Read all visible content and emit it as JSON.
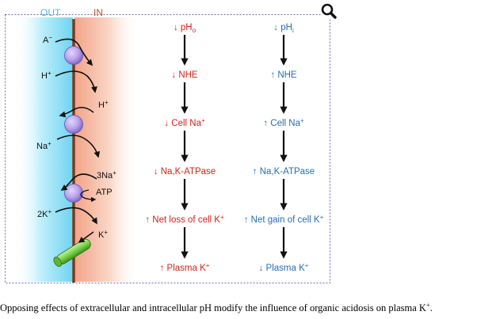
{
  "diagram": {
    "membrane": {
      "out_label": "OUT",
      "in_label": "IN",
      "transport": [
        {
          "base": "A",
          "sup": "−"
        },
        {
          "base": "H",
          "sup": "+"
        },
        {
          "base": "H",
          "sup": "+"
        },
        {
          "base": "Na",
          "sup": "+"
        },
        {
          "base": "3Na",
          "sup": "+"
        },
        {
          "base": "ATP",
          "sup": ""
        },
        {
          "base": "2K",
          "sup": "+"
        },
        {
          "base": "K",
          "sup": "+"
        }
      ]
    },
    "columns": [
      {
        "color": "#d0241d",
        "steps": [
          {
            "arrow": "↓",
            "text": "pH",
            "sub": "o",
            "sup": ""
          },
          {
            "arrow": "↓",
            "text": "NHE",
            "sub": "",
            "sup": ""
          },
          {
            "arrow": "↓",
            "text": "Cell Na",
            "sub": "",
            "sup": "+"
          },
          {
            "arrow": "↓",
            "text": "Na,K-ATPase",
            "sub": "",
            "sup": ""
          },
          {
            "arrow": "↑",
            "text": "Net loss of cell K",
            "sub": "",
            "sup": "+"
          },
          {
            "arrow": "↑",
            "text": "Plasma K",
            "sub": "",
            "sup": "+"
          }
        ]
      },
      {
        "color": "#2a6fae",
        "steps": [
          {
            "arrow": "↓",
            "text": "pH",
            "sub": "i",
            "sup": ""
          },
          {
            "arrow": "↑",
            "text": "NHE",
            "sub": "",
            "sup": ""
          },
          {
            "arrow": "↑",
            "text": "Cell Na",
            "sub": "",
            "sup": "+"
          },
          {
            "arrow": "↑",
            "text": "Na,K-ATPase",
            "sub": "",
            "sup": ""
          },
          {
            "arrow": "↑",
            "text": "Net gain of cell K",
            "sub": "",
            "sup": "+"
          },
          {
            "arrow": "↓",
            "text": "Plasma K",
            "sub": "",
            "sup": "+"
          }
        ]
      }
    ]
  },
  "caption": {
    "text": "Opposing effects of extracellular and intracellular pH modify the influence of organic acidosis on plasma K",
    "sup": "+",
    "end": "."
  },
  "colors": {
    "out_label": "#4fbbe0",
    "in_label": "#c0522c",
    "membrane": "#7a3b1a",
    "transporter": "#b9a3ea",
    "channel": "#7bd24a",
    "frame": "#6b6bb5"
  },
  "icons": {
    "zoom": "magnifier-icon"
  }
}
